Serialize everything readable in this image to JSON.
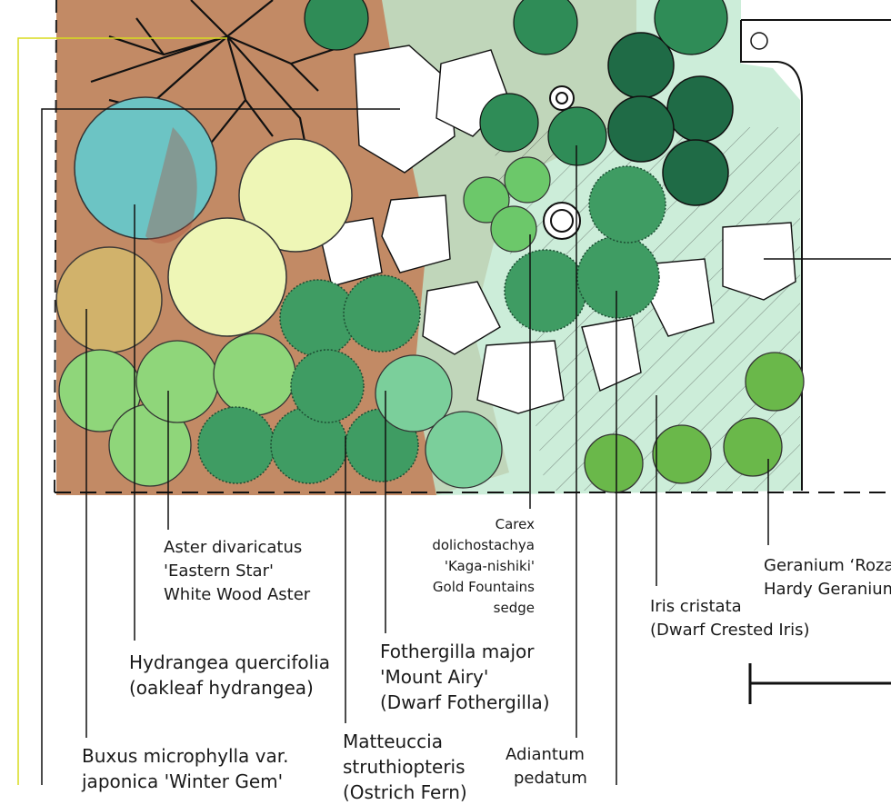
{
  "labels": {
    "aster": [
      "Aster divaricatus",
      "'Eastern Star'",
      "White Wood Aster"
    ],
    "hydrangea": [
      "Hydrangea quercifolia",
      "(oakleaf hydrangea)"
    ],
    "buxus": [
      "Buxus microphylla var.",
      "japonica 'Winter Gem'"
    ],
    "matteuccia": [
      "Matteuccia",
      "struthiopteris",
      "(Ostrich Fern)"
    ],
    "fothergilla": [
      "Fothergilla major",
      "'Mount Airy'",
      "(Dwarf Fothergilla)"
    ],
    "carex": [
      "Carex",
      "dolichostachya",
      "'Kaga-nishiki'",
      "Gold Fountains",
      "sedge"
    ],
    "adiantum": [
      "Adiantum",
      "pedatum"
    ],
    "iris": [
      "Iris cristata",
      "(Dwarf Crested Iris)"
    ],
    "geranium": [
      "Geranium ‘Rozanne’",
      "Hardy Geranium"
    ]
  },
  "colors": {
    "mulch": "#b7764a",
    "dark_green": "#1f6b46",
    "fern_green": "#3f9c63",
    "light_green": "#8fd67a",
    "pale_yellow": "#eef6b6",
    "tan": "#d3b76c",
    "teal": "#6cc4c4",
    "accent_line": "#d8dc1e"
  }
}
